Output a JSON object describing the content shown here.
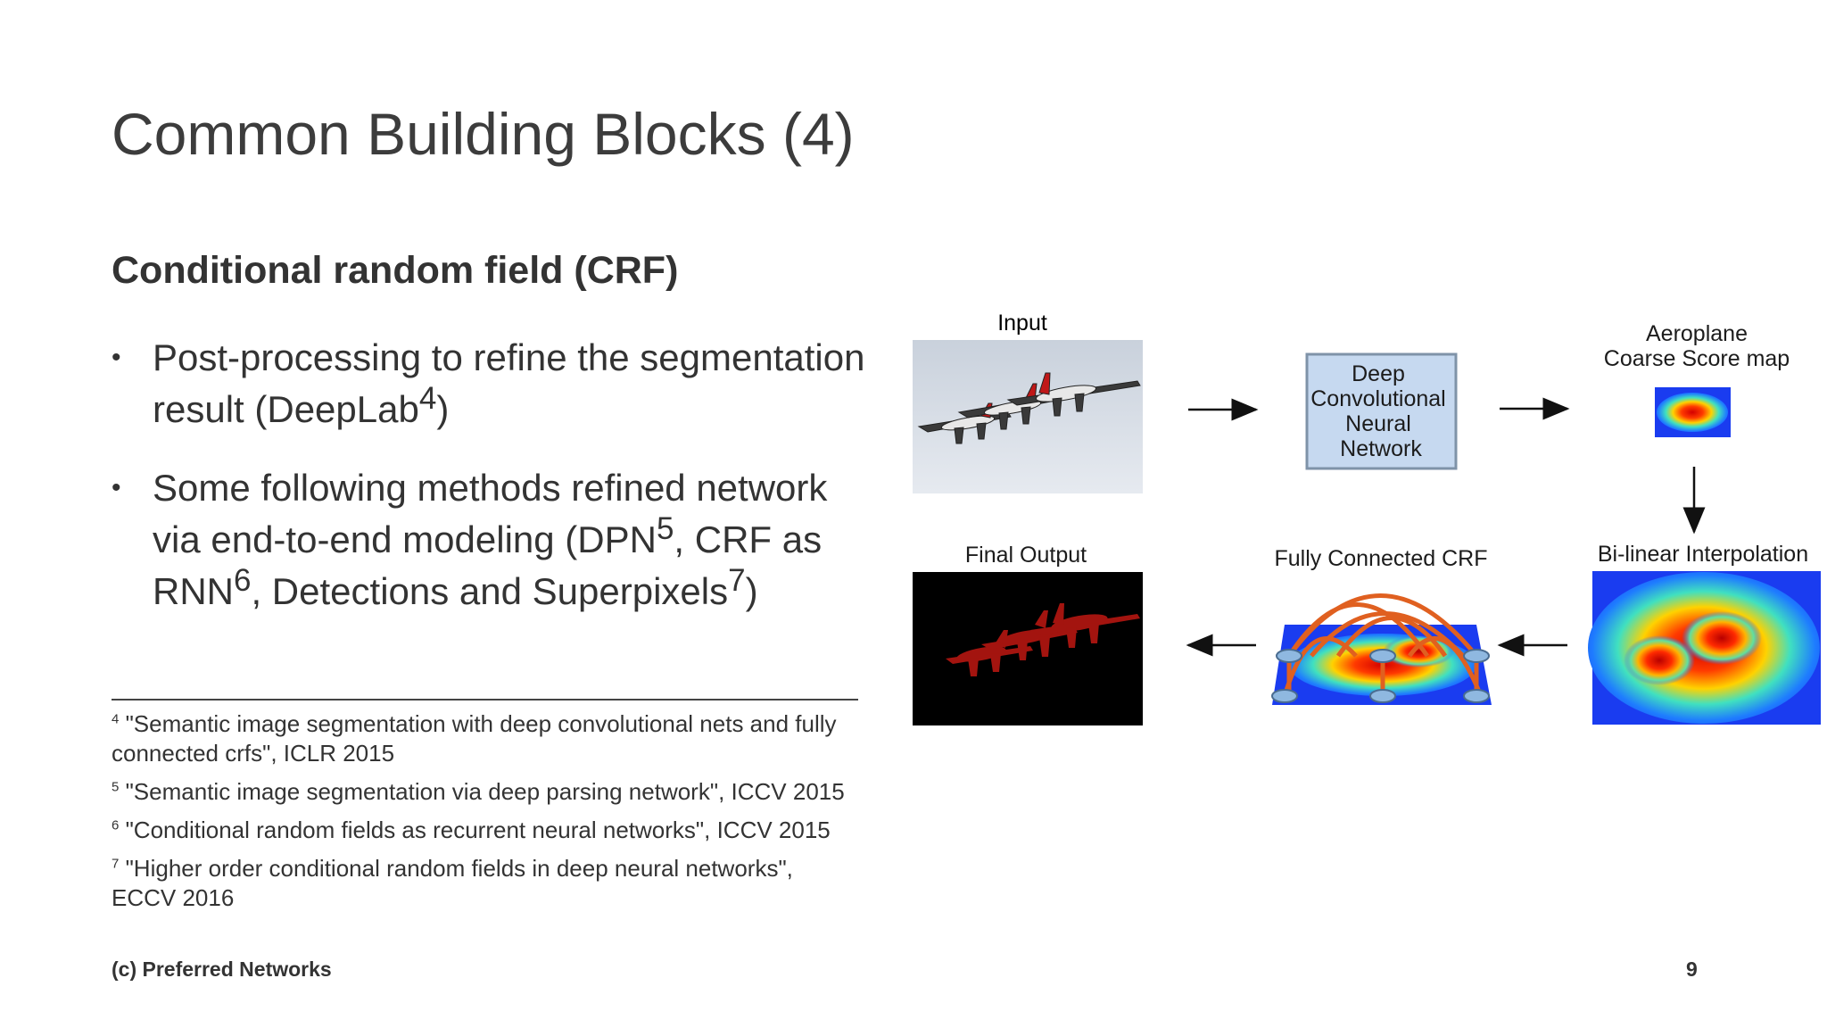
{
  "slide": {
    "title": "Common Building Blocks (4)",
    "subtitle": "Conditional random field (CRF)",
    "bullets": [
      {
        "text_a": "Post-processing to refine the segmentation result (DeepLab",
        "sup_a": "4",
        "text_b": ")",
        "sup_b": "",
        "text_c": "",
        "sup_c": "",
        "text_d": "",
        "sup_d": "",
        "text_e": ""
      },
      {
        "text_a": "Some following methods refined network via end-to-end modeling (DPN",
        "sup_a": "5",
        "text_b": ", CRF as RNN",
        "sup_b": "6",
        "text_c": ", Detections and Superpixels",
        "sup_c": "7",
        "text_d": ")",
        "sup_d": "",
        "text_e": ""
      }
    ],
    "footnotes": [
      {
        "num": "4",
        "text": "\"Semantic image segmentation with deep convolutional nets and fully connected crfs\", ICLR 2015"
      },
      {
        "num": "5",
        "text": "\"Semantic image segmentation via deep parsing network\", ICCV 2015"
      },
      {
        "num": "6",
        "text": "\"Conditional random fields as recurrent neural networks\", ICCV 2015"
      },
      {
        "num": "7",
        "text": "\"Higher order conditional random fields in deep neural networks\", ECCV 2016"
      }
    ],
    "footer": "(c) Preferred Networks",
    "page_number": "9"
  },
  "diagram": {
    "input_label": "Input",
    "dcnn_label": [
      "Deep",
      "Convolutional",
      "Neural",
      "Network"
    ],
    "coarse_label": [
      "Aeroplane",
      "Coarse Score map"
    ],
    "interp_label": "Bi-linear Interpolation",
    "crf_label": "Fully Connected CRF",
    "output_label": "Final Output",
    "colors": {
      "dcnn_fill": "#c6d9f0",
      "dcnn_border": "#7f93a8",
      "crf_arcs": "#e06020",
      "segmentation": "#a3140f",
      "heat_low": "#1a3cf0",
      "heat_high": "#d40000"
    }
  }
}
